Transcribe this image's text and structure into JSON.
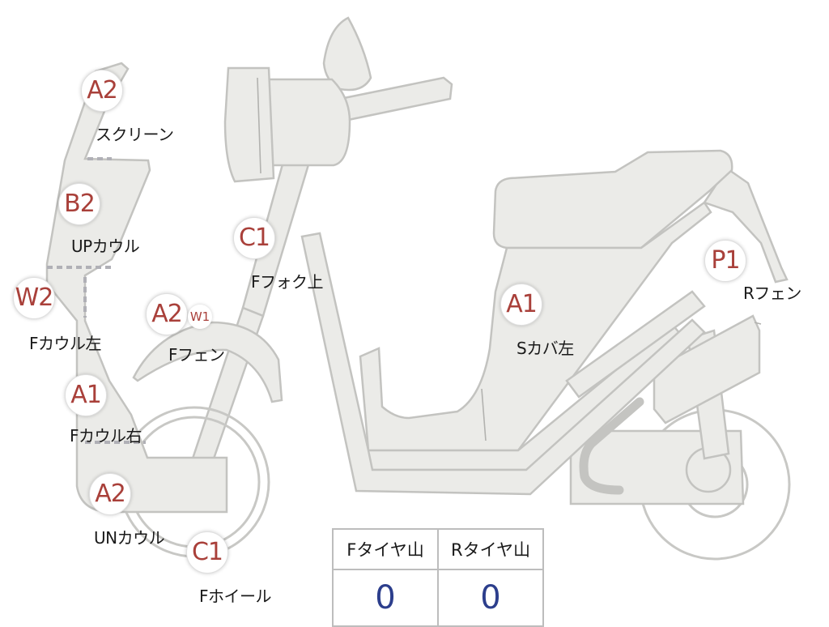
{
  "parts": [
    {
      "id": "screen",
      "grade": "A2",
      "label": "スクリーン"
    },
    {
      "id": "up-cowl",
      "grade": "B2",
      "label": "UPカウル"
    },
    {
      "id": "f-cowl-left",
      "grade": "W2",
      "label": "Fカウル左"
    },
    {
      "id": "f-cowl-right",
      "grade": "A1",
      "label": "Fカウル右"
    },
    {
      "id": "un-cowl",
      "grade": "A2",
      "label": "UNカウル"
    },
    {
      "id": "f-wheel",
      "grade": "C1",
      "label": "Fホイール"
    },
    {
      "id": "f-fender",
      "grade": "A2",
      "extra_grade": "W1",
      "label": "Fフェン"
    },
    {
      "id": "f-fork-upper",
      "grade": "C1",
      "label": "Fフォク上"
    },
    {
      "id": "s-cover-left",
      "grade": "A1",
      "label": "Sカバ左"
    },
    {
      "id": "r-fender",
      "grade": "P1",
      "label": "Rフェン"
    }
  ],
  "tire_table": {
    "headers": [
      "Fタイヤ山",
      "Rタイヤ山"
    ],
    "values": [
      "0",
      "0"
    ]
  },
  "colors": {
    "part_fill": "#ebebe8",
    "part_outline": "#c3c3c0",
    "grade_text": "#a9403a",
    "tire_value": "#2c3e8c"
  }
}
